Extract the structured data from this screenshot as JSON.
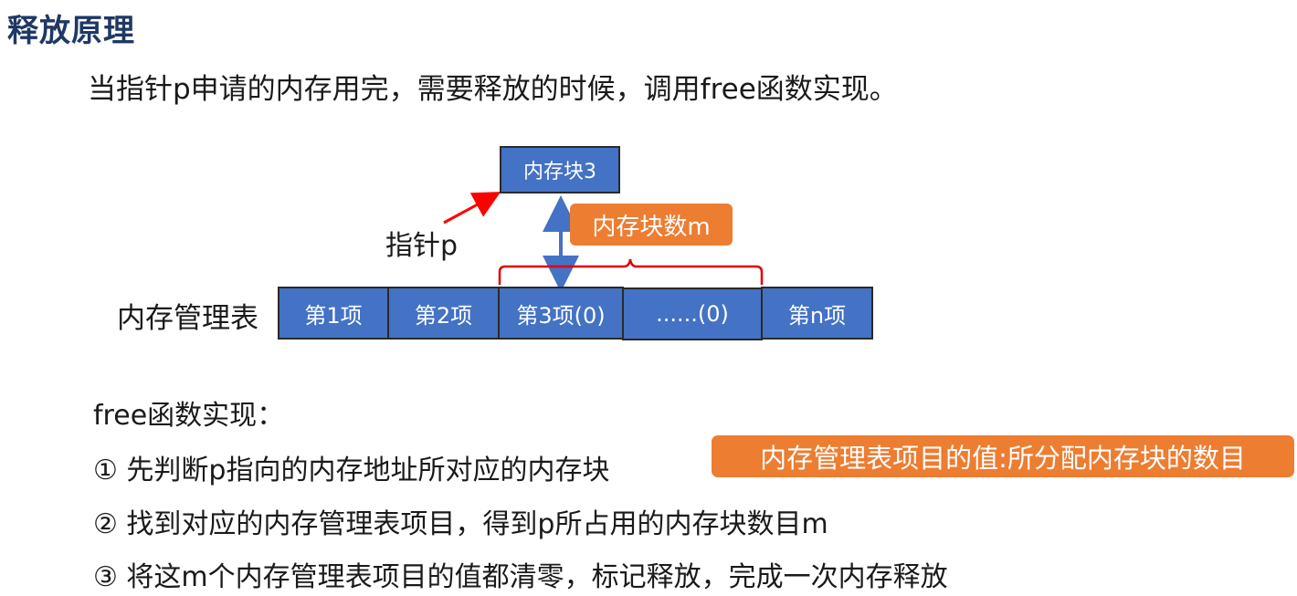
{
  "title": "释放原理",
  "intro": "当指针p申请的内存用完，需要释放的时候，调用free函数实现。",
  "diagram": {
    "memory_block_label": "内存块3",
    "pointer_label": "指针p",
    "block_count_label": "内存块数m",
    "table_label": "内存管理表",
    "cells": [
      "第1项",
      "第2项",
      "第3项(0)",
      "......(0)",
      "第n项"
    ],
    "colors": {
      "cell_fill": "#4472c4",
      "badge_fill": "#ed7d31",
      "pointer_arrow": "#ff0000",
      "bracket": "#e00000",
      "link_arrow": "#4472c4"
    }
  },
  "implementation": {
    "heading": "free函数实现：",
    "steps": [
      "① 先判断p指向的内存地址所对应的内存块",
      "② 找到对应的内存管理表项目，得到p所占用的内存块数目m",
      "③ 将这m个内存管理表项目的值都清零，标记释放，完成一次内存释放"
    ],
    "note": "内存管理表项目的值:所分配内存块的数目"
  }
}
